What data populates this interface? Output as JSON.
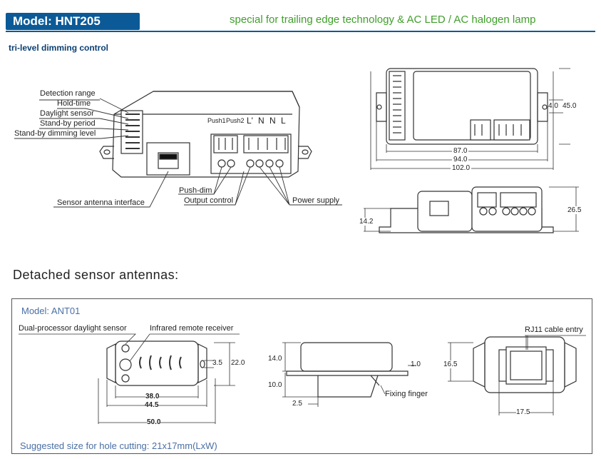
{
  "header": {
    "model_title": "Model: HNT205",
    "tagline": "special for trailing edge technology & AC LED / AC halogen lamp",
    "colors": {
      "brand": "#0b5a97",
      "tagline": "#3f9f2a",
      "note": "#4a6fa5"
    }
  },
  "module": {
    "subtitle": "tri-level dimming control",
    "left_labels": [
      "Detection range",
      "Hold-time",
      "Daylight sensor",
      "Stand-by period",
      "Stand-by dimming level"
    ],
    "terminal_labels": {
      "push1": "Push1",
      "push2": "Push2",
      "l_out": "L'",
      "n1": "N",
      "n2": "N",
      "l_in": "L"
    },
    "callouts": {
      "antenna_interface": "Sensor antenna interface",
      "push_dim": "Push-dim",
      "output_control": "Output control",
      "power_supply": "Power supply"
    },
    "dims_top_view": {
      "d87": "87.0",
      "d94": "94.0",
      "d102": "102.0",
      "d4": "4.0",
      "d45": "45.0"
    },
    "dims_side_view": {
      "d26_5": "26.5",
      "d14_2": "14.2"
    }
  },
  "antennas": {
    "section_title": "Detached sensor antennas:",
    "model": "Model: ANT01",
    "labels": {
      "daylight": "Dual-processor daylight sensor",
      "ir": "Infrared remote receiver",
      "rj11": "RJ11 cable entry",
      "fixing": "Fixing finger"
    },
    "dims_front": {
      "d38": "38.0",
      "d44_5": "44.5",
      "d50": "50.0",
      "d3_5": "3.5",
      "d22": "22.0"
    },
    "dims_side": {
      "d14": "14.0",
      "d10": "10.0",
      "d2_5": "2.5",
      "d1": "1.0"
    },
    "dims_back": {
      "d16_5": "16.5",
      "d17_5": "17.5"
    },
    "hole_note": "Suggested size for hole cutting:  21x17mm(LxW)"
  }
}
